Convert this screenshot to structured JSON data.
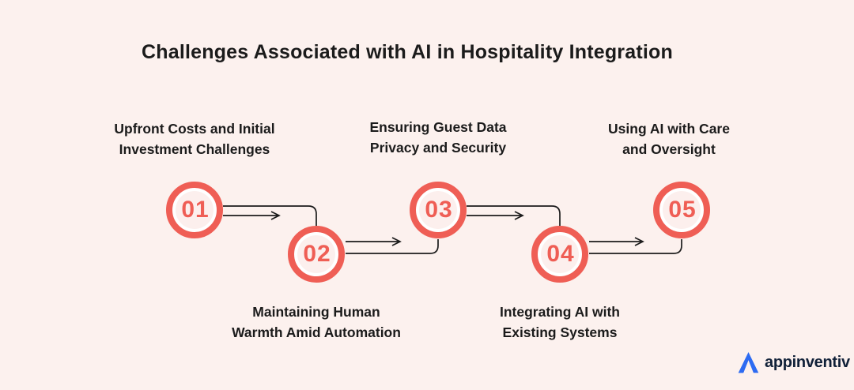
{
  "title": "Challenges Associated with AI in Hospitality Integration",
  "steps": [
    {
      "number": "01",
      "label": "Upfront Costs and Initial\nInvestment Challenges",
      "row": "top"
    },
    {
      "number": "02",
      "label": "Maintaining Human\nWarmth Amid Automation",
      "row": "bottom"
    },
    {
      "number": "03",
      "label": "Ensuring Guest Data\nPrivacy and Security",
      "row": "top"
    },
    {
      "number": "04",
      "label": "Integrating AI with\nExisting Systems",
      "row": "bottom"
    },
    {
      "number": "05",
      "label": "Using AI with Care\nand Oversight",
      "row": "top"
    }
  ],
  "brand": {
    "name": "appinventiv",
    "icon": "appinventiv-a-logo"
  },
  "colors": {
    "background": "#FCF1EE",
    "accent": "#EF5E55",
    "circle_fill": "#FCEFED",
    "line": "#1C1C1C",
    "text": "#1B1B1B",
    "logo_blue": "#2D6BF2",
    "logo_text": "#102038"
  }
}
